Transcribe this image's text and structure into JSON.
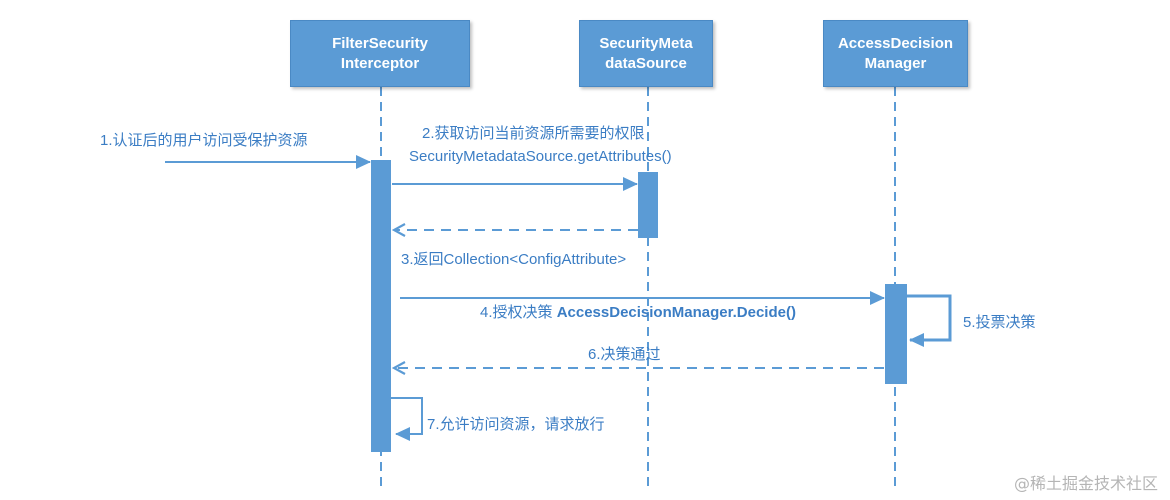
{
  "actors": [
    {
      "line1": "FilterSecurity",
      "line2": "Interceptor"
    },
    {
      "line1": "SecurityMeta",
      "line2": "dataSource"
    },
    {
      "line1": "AccessDecision",
      "line2": "Manager"
    }
  ],
  "messages": {
    "m1": "1.认证后的用户访问受保护资源",
    "m2a": "2.获取访问当前资源所需要的权限",
    "m2b": "SecurityMetadataSource.getAttributes()",
    "m3": "3.返回Collection<ConfigAttribute>",
    "m4a": "4.授权决策 ",
    "m4b": "AccessDecisionManager.Decide()",
    "m5": "5.投票决策",
    "m6": "6.决策通过",
    "m7": "7.允许访问资源，请求放行"
  },
  "watermark": "@稀土掘金技术社区",
  "colors": {
    "actor_fill": "#5b9bd5",
    "line": "#5b9bd5",
    "text": "#3b7dc4"
  }
}
